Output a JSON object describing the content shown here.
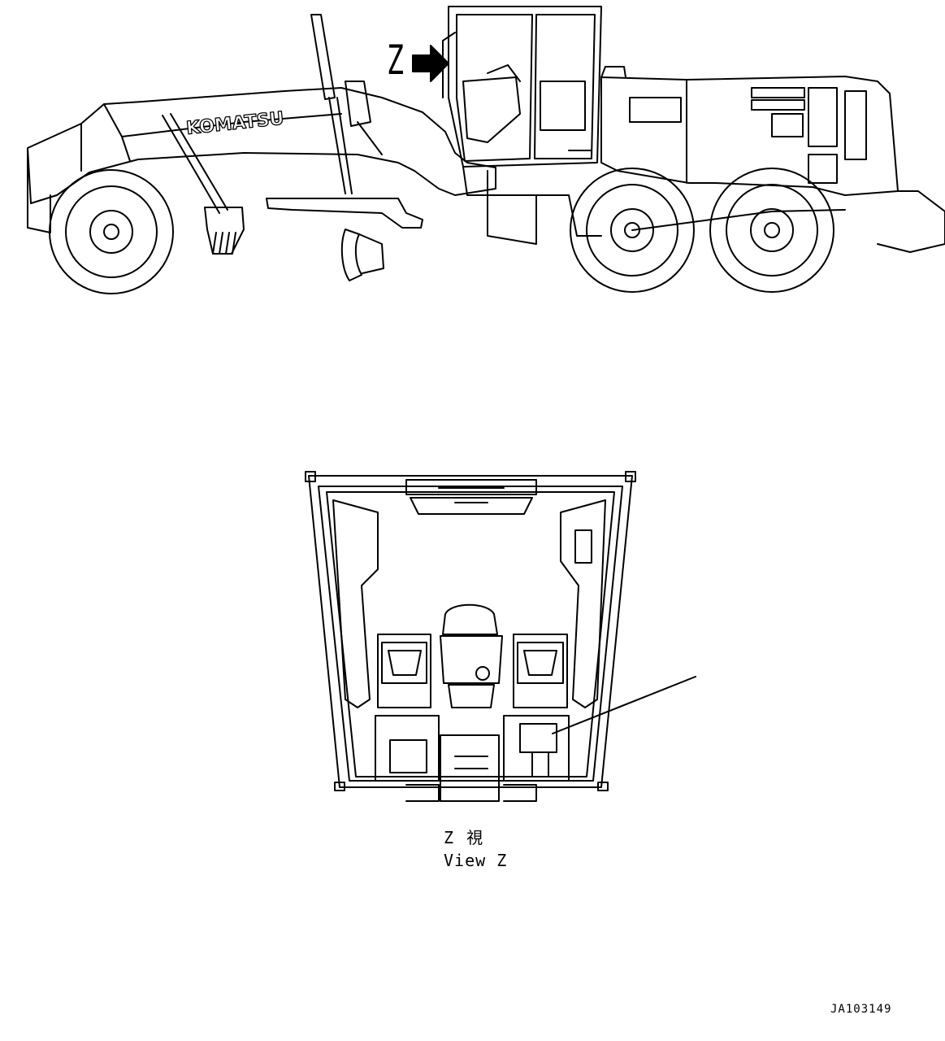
{
  "callout_letter": "Z",
  "brand_text": "KOMATSU",
  "view_caption_ja": "Z 視",
  "view_caption_en": "View Z",
  "drawing_code": "JA103149"
}
